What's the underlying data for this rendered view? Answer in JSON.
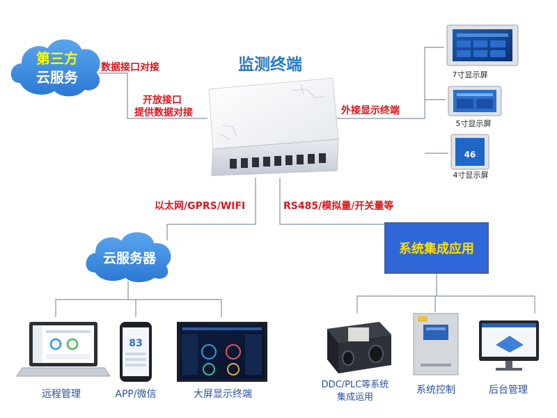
{
  "title": "监测终端",
  "third_party_cloud": {
    "line1": "第三方",
    "line2": "云服务"
  },
  "labels": {
    "data_interface": "数据接口对接",
    "open_interface": "开放接口",
    "provide_data": "提供数据对接",
    "external_display": "外接显示终端",
    "network": "以太网/GPRS/WIFI",
    "protocols": "RS485/模拟量/开关量等"
  },
  "screens": [
    {
      "label": "7寸显示屏"
    },
    {
      "label": "5寸显示屏"
    },
    {
      "label": "4寸显示屏",
      "value": "46"
    }
  ],
  "app_value": "83",
  "cloud_server": "云服务器",
  "system_integration": "系统集成应用",
  "cloud_children": [
    {
      "label": "远程管理"
    },
    {
      "label": "APP/微信"
    },
    {
      "label": "大屏显示终端"
    }
  ],
  "system_children": [
    {
      "label1": "DDC/PLC等系统",
      "label2": "集成运用"
    },
    {
      "label": "系统控制"
    },
    {
      "label": "后台管理"
    }
  ],
  "colors": {
    "red_text": "#d9161c",
    "blue_text": "#2878c8",
    "line": "#7f8fa8",
    "cloud_fill": "#3f8ee0",
    "cloud_text": "#ffffff",
    "box_fill": "#2f67d8",
    "box_text": "#ffe000",
    "box_border": "#4a5f8e"
  }
}
